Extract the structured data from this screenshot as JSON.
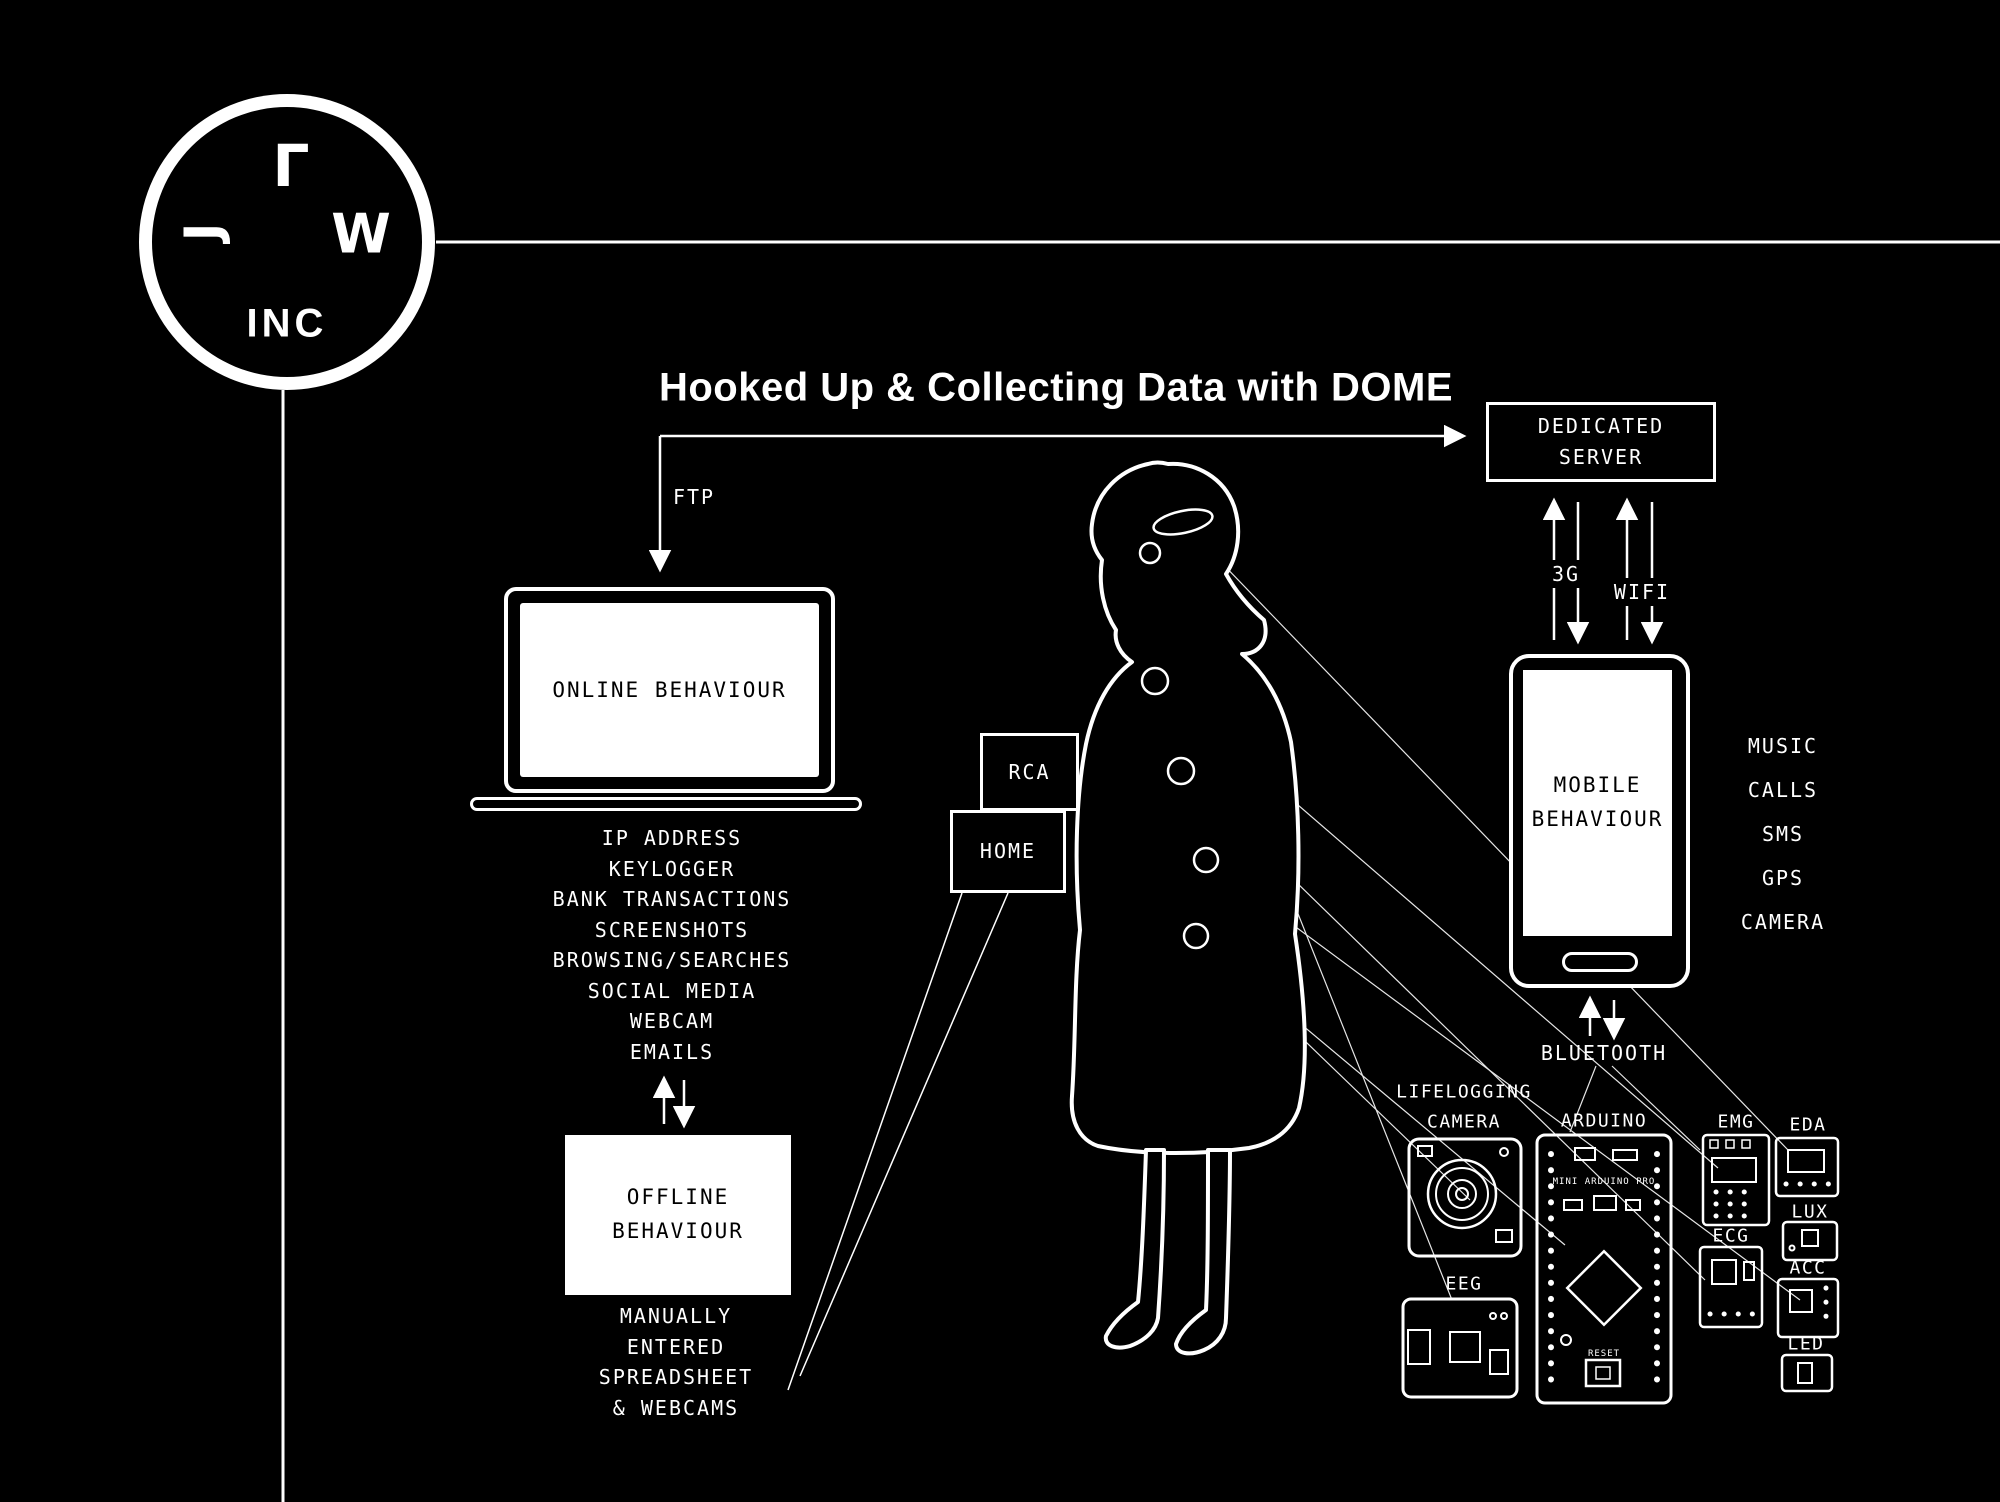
{
  "logo": {
    "glyph_top": "Γ",
    "glyph_left": "J",
    "glyph_right": "W",
    "company": "INC"
  },
  "title": "Hooked Up & Collecting Data with DOME",
  "connections": {
    "ftp": "FTP",
    "threeg": "3G",
    "wifi": "WIFI",
    "bluetooth": "BLUETOOTH"
  },
  "online": {
    "device_label": "ONLINE BEHAVIOUR",
    "items": [
      "IP ADDRESS",
      "KEYLOGGER",
      "BANK TRANSACTIONS",
      "SCREENSHOTS",
      "BROWSING/SEARCHES",
      "SOCIAL MEDIA",
      "WEBCAM",
      "EMAILS"
    ]
  },
  "offline": {
    "line1": "OFFLINE",
    "line2": "BEHAVIOUR",
    "items": [
      "MANUALLY",
      "ENTERED",
      "SPREADSHEET",
      "& WEBCAMS"
    ]
  },
  "location": {
    "rca": "RCA",
    "home": "HOME"
  },
  "server": {
    "line1": "DEDICATED",
    "line2": "SERVER"
  },
  "mobile": {
    "line1": "MOBILE",
    "line2": "BEHAVIOUR",
    "items": [
      "MUSIC",
      "CALLS",
      "SMS",
      "GPS",
      "CAMERA"
    ]
  },
  "devices": {
    "lifelogging_line1": "LIFELOGGING",
    "lifelogging_line2": "CAMERA",
    "arduino": "ARDUINO",
    "arduino_board_text": "MINI ARDUINO PRO",
    "arduino_reset": "RESET",
    "eeg": "EEG",
    "emg": "EMG",
    "eda": "EDA",
    "lux": "LUX",
    "ecg": "ECG",
    "acc": "ACC",
    "led": "LED"
  },
  "colors": {
    "background": "#000000",
    "foreground": "#ffffff"
  }
}
